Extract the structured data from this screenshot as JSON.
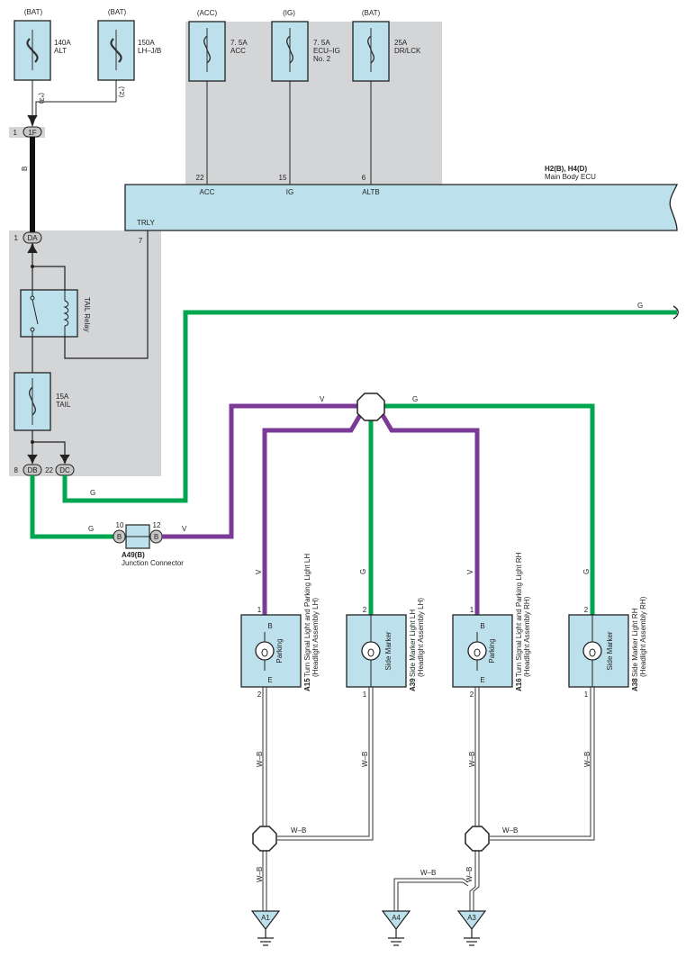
{
  "colors": {
    "panel_gray": "#d4d5d7",
    "component_fill": "#bde1ec",
    "wire_green": "#00a54f",
    "wire_purple": "#7a3a96",
    "wire_black": "#111111"
  },
  "fuses_top": [
    {
      "id": "alt",
      "source": "(BAT)",
      "rating": "140A",
      "name": "ALT",
      "terminal_note": "(*3)",
      "icon": "fuse-icon"
    },
    {
      "id": "lhjb",
      "source": "(BAT)",
      "rating": "150A",
      "name": "LH–J/B",
      "terminal_note": "(*2)",
      "icon": "fuse-icon"
    },
    {
      "id": "acc",
      "source": "(ACC)",
      "rating": "7. 5A",
      "name": "ACC",
      "pin": "22",
      "ecu_label": "ACC",
      "icon": "fuse-icon"
    },
    {
      "id": "ig",
      "source": "(IG)",
      "rating": "7. 5A",
      "name": "ECU–IG",
      "name2": "No. 2",
      "pin": "15",
      "ecu_label": "IG",
      "icon": "fuse-icon"
    },
    {
      "id": "drlck",
      "source": "(BAT)",
      "rating": "25A",
      "name": "DR/LCK",
      "pin": "6",
      "ecu_label": "ALTB",
      "icon": "fuse-icon"
    }
  ],
  "ecu": {
    "code": "H2(B), H4(D)",
    "name": "Main Body ECU",
    "trly_label": "TRLY",
    "trly_pin": "7"
  },
  "connectors": {
    "c1f": {
      "pin": "1",
      "label": "1F"
    },
    "cda": {
      "pin": "1",
      "label": "DA"
    },
    "cdb": {
      "pin": "8",
      "label": "DB"
    },
    "cdc": {
      "pin": "22",
      "label": "DC"
    }
  },
  "relay": {
    "name": "TAIL Relay",
    "icon": "relay-switch-icon"
  },
  "tail_fuse": {
    "rating": "15A",
    "name": "TAIL",
    "icon": "fuse-icon"
  },
  "junction": {
    "code": "A49(B)",
    "name": "Junction Connector",
    "pin_left": "10",
    "pin_right": "12",
    "label_left": "B",
    "label_right": "B"
  },
  "wire_labels": {
    "b": "B",
    "g": "G",
    "v": "V",
    "wb": "W–B"
  },
  "lamps": [
    {
      "code": "A15",
      "name": "Turn Signal Light and Parking Light LH",
      "sub": "(Headlight Assembly LH)",
      "inner": "Parking",
      "pin_top": "1",
      "pin_bottom": "2",
      "term_top": "B",
      "term_bottom": "E",
      "wire_top": "V",
      "icon": "bulb-icon"
    },
    {
      "code": "A39",
      "name": "Side Marker Light LH",
      "sub": "(Headlight Assembly LH)",
      "inner": "Side Marker",
      "pin_top": "2",
      "pin_bottom": "1",
      "wire_top": "G",
      "icon": "bulb-icon"
    },
    {
      "code": "A16",
      "name": "Turn Signal Light and Parking Light RH",
      "sub": "(Headlight Assembly RH)",
      "inner": "Parking",
      "pin_top": "1",
      "pin_bottom": "2",
      "term_top": "B",
      "term_bottom": "E",
      "wire_top": "V",
      "icon": "bulb-icon"
    },
    {
      "code": "A38",
      "name": "Side Marker Light RH",
      "sub": "(Headlight Assembly RH)",
      "inner": "Side Marker",
      "pin_top": "2",
      "pin_bottom": "1",
      "wire_top": "G",
      "icon": "bulb-icon"
    }
  ],
  "grounds": [
    {
      "label": "A1",
      "icon": "ground-icon"
    },
    {
      "label": "A4",
      "icon": "ground-icon"
    },
    {
      "label": "A3",
      "icon": "ground-icon"
    }
  ]
}
